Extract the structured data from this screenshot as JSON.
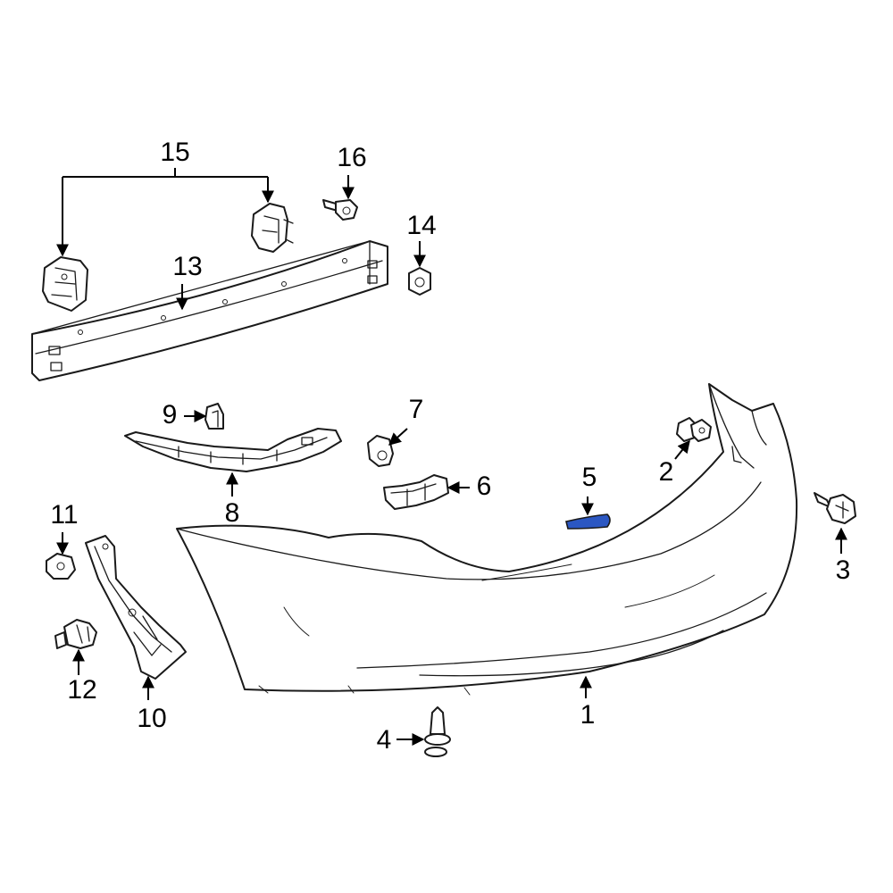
{
  "colors": {
    "line": "#1a1a1a",
    "highlight": "#2b57c2",
    "background": "#ffffff"
  },
  "callouts": {
    "c1": "1",
    "c2": "2",
    "c3": "3",
    "c4": "4",
    "c5": "5",
    "c6": "6",
    "c7": "7",
    "c8": "8",
    "c9": "9",
    "c10": "10",
    "c11": "11",
    "c12": "12",
    "c13": "13",
    "c14": "14",
    "c15": "15",
    "c16": "16"
  },
  "highlighted_part": "5"
}
